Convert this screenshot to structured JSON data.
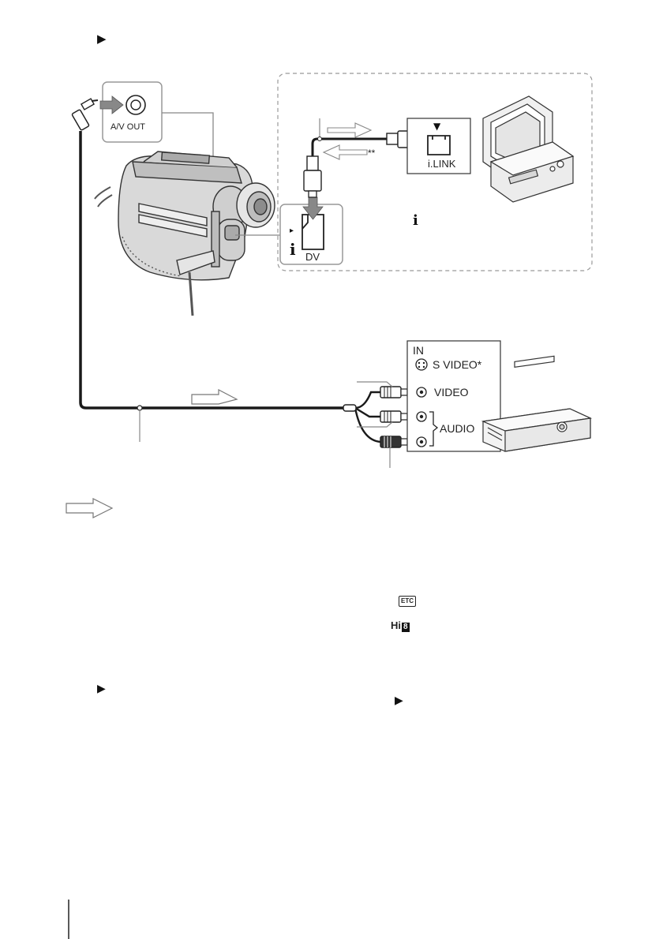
{
  "header": {
    "icon": "play-icon",
    "icon_glyph": "▶"
  },
  "av_out_panel": {
    "label": "A/V OUT"
  },
  "dv_jack": {
    "label": "DV",
    "icon": "ilink-icon",
    "icon_glyph": "i",
    "arrow_glyph": "▸"
  },
  "ilink_device": {
    "label": "i.LINK",
    "marker_glyph": "▼",
    "cable_note": "**",
    "icon": "ilink-icon",
    "icon_glyph": "i"
  },
  "vcr_input_panel": {
    "title": "IN",
    "svideo_label": "S VIDEO*",
    "video_label": "VIDEO",
    "audio_label": "AUDIO"
  },
  "legend": {
    "icon": "signal-flow-arrow-icon"
  },
  "body_markers": {
    "left_play_icon": "play-icon",
    "right_play_icon": "play-icon",
    "glyph": "▶",
    "etc_badge": "ETC",
    "hi8_badge": "Hi8",
    "hi8_text": "Hi",
    "hi8_num": "8"
  },
  "colors": {
    "line": "#222222",
    "callout": "#888888",
    "dashed_border": "#999999",
    "arrow_fill": "#ffffff"
  }
}
